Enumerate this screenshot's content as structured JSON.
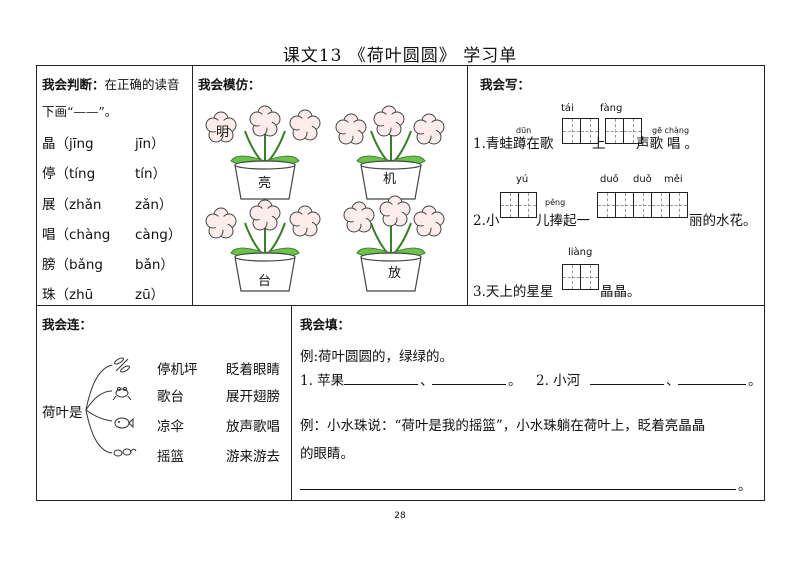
{
  "title": "课文13 《荷叶圆圆》 学习单",
  "judge": {
    "heading": "我会判断：",
    "instruction_1": "在正确的读音",
    "instruction_2": "下画“——”。",
    "items": [
      {
        "char": "晶",
        "a": "jīng",
        "b": "jīn"
      },
      {
        "char": "停",
        "a": "tíng",
        "b": "tín"
      },
      {
        "char": "展",
        "a": "zhǎn",
        "b": "zǎn"
      },
      {
        "char": "唱",
        "a": "chàng",
        "b": "càng"
      },
      {
        "char": "膀",
        "a": "bǎng",
        "b": "bǎn"
      },
      {
        "char": "珠",
        "a": "zhū",
        "b": "zū"
      }
    ]
  },
  "imitate": {
    "heading": "我会模仿：",
    "chars": [
      "明",
      "亮",
      "机",
      "台",
      "放"
    ]
  },
  "write": {
    "heading": "我会写：",
    "s1": {
      "num": "1.",
      "t1": "青蛙蹲在歌",
      "t2": "上",
      "t3": "声歌",
      "t4": "唱",
      "t5": "。",
      "py_dun": "dūn",
      "py_tai": "tái",
      "py_fang": "fàng",
      "py_gechang": "gē chàng"
    },
    "s2": {
      "num": "2.",
      "t1": "小",
      "t2": "儿捧起一",
      "t3": "丽的水花。",
      "py_yu": "yú",
      "py_peng": "pěng",
      "py_duo1": "duǒ",
      "py_duo2": "duǒ",
      "py_mei": "měi"
    },
    "s3": {
      "num": "3.",
      "t1": "天上的星星",
      "t2": "晶晶。",
      "py_liang": "liàng"
    }
  },
  "connect": {
    "heading": "我会连：",
    "root": "荷叶是",
    "icons": [
      "dragonfly-icon",
      "frog-icon",
      "fish-icon",
      "tadpole-icon"
    ],
    "col1": [
      "停机坪",
      "歌台",
      "凉伞",
      "摇篮"
    ],
    "col2": [
      "眨着眼睛",
      "展开翅膀",
      "放声歌唱",
      "游来游去"
    ]
  },
  "fill": {
    "heading": "我会填：",
    "example1": "例:荷叶圆圆的，绿绿的。",
    "q1_label": "1. 苹果",
    "q2_label": "2.  小河",
    "sep": "、",
    "end": "。",
    "example2_line1": "例：小水珠说：“荷叶是我的摇篮”，小水珠躺在荷叶上，眨着亮晶晶",
    "example2_line2": "的眼睛。",
    "end2": "。"
  },
  "page_number": "28"
}
